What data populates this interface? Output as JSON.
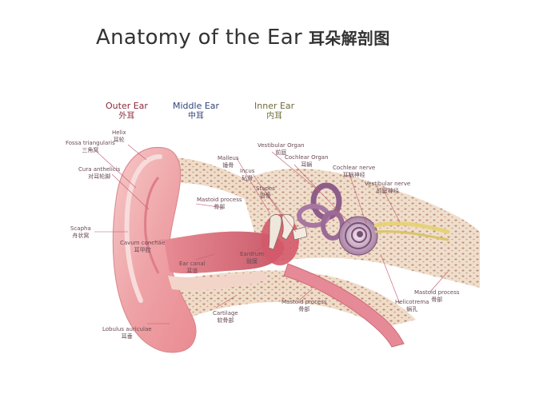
{
  "title": {
    "en": "Anatomy of the Ear",
    "zh": "耳朵解剖图"
  },
  "sections": {
    "outer": {
      "en": "Outer Ear",
      "zh": "外耳",
      "color": "#8a2a3a"
    },
    "middle": {
      "en": "Middle Ear",
      "zh": "中耳",
      "color": "#33447a"
    },
    "inner": {
      "en": "Inner Ear",
      "zh": "内耳",
      "color": "#6f6a3a"
    }
  },
  "labels": {
    "helix": {
      "en": "Helix",
      "zh": "耳轮"
    },
    "fossa": {
      "en": "Fossa triangularis",
      "zh": "三角窝"
    },
    "crura": {
      "en": "Cura anthelicis",
      "zh": "对耳轮脚"
    },
    "scapha": {
      "en": "Scapha",
      "zh": "舟状窝"
    },
    "cavum": {
      "en": "Cavum conchae",
      "zh": "耳甲腔"
    },
    "canal": {
      "en": "Ear canal",
      "zh": "耳道"
    },
    "cartilage": {
      "en": "Cartilage",
      "zh": "软骨部"
    },
    "lobulus": {
      "en": "Lobulus auriculae",
      "zh": "耳垂"
    },
    "mastoid1": {
      "en": "Mastoid process",
      "zh": "骨部"
    },
    "malleus": {
      "en": "Malleus",
      "zh": "锤骨"
    },
    "incus": {
      "en": "Incus",
      "zh": "砧骨"
    },
    "stapes": {
      "en": "Stapes",
      "zh": "镫骨"
    },
    "eardrum": {
      "en": "Eardrum",
      "zh": "鼓膜"
    },
    "mastoid2": {
      "en": "Mastoid process",
      "zh": "骨部"
    },
    "vestibular": {
      "en": "Vestibular Organ",
      "zh": "前庭"
    },
    "cochlear": {
      "en": "Cochlear Organ",
      "zh": "耳蜗"
    },
    "cochnerve": {
      "en": "Cochlear nerve",
      "zh": "耳蜗神经"
    },
    "vestnerve": {
      "en": "Vestibular nerve",
      "zh": "前庭神经"
    },
    "mastoid3": {
      "en": "Mastoid process",
      "zh": "骨部"
    },
    "helicotrema": {
      "en": "Helicotrema",
      "zh": "蜗孔"
    }
  }
}
